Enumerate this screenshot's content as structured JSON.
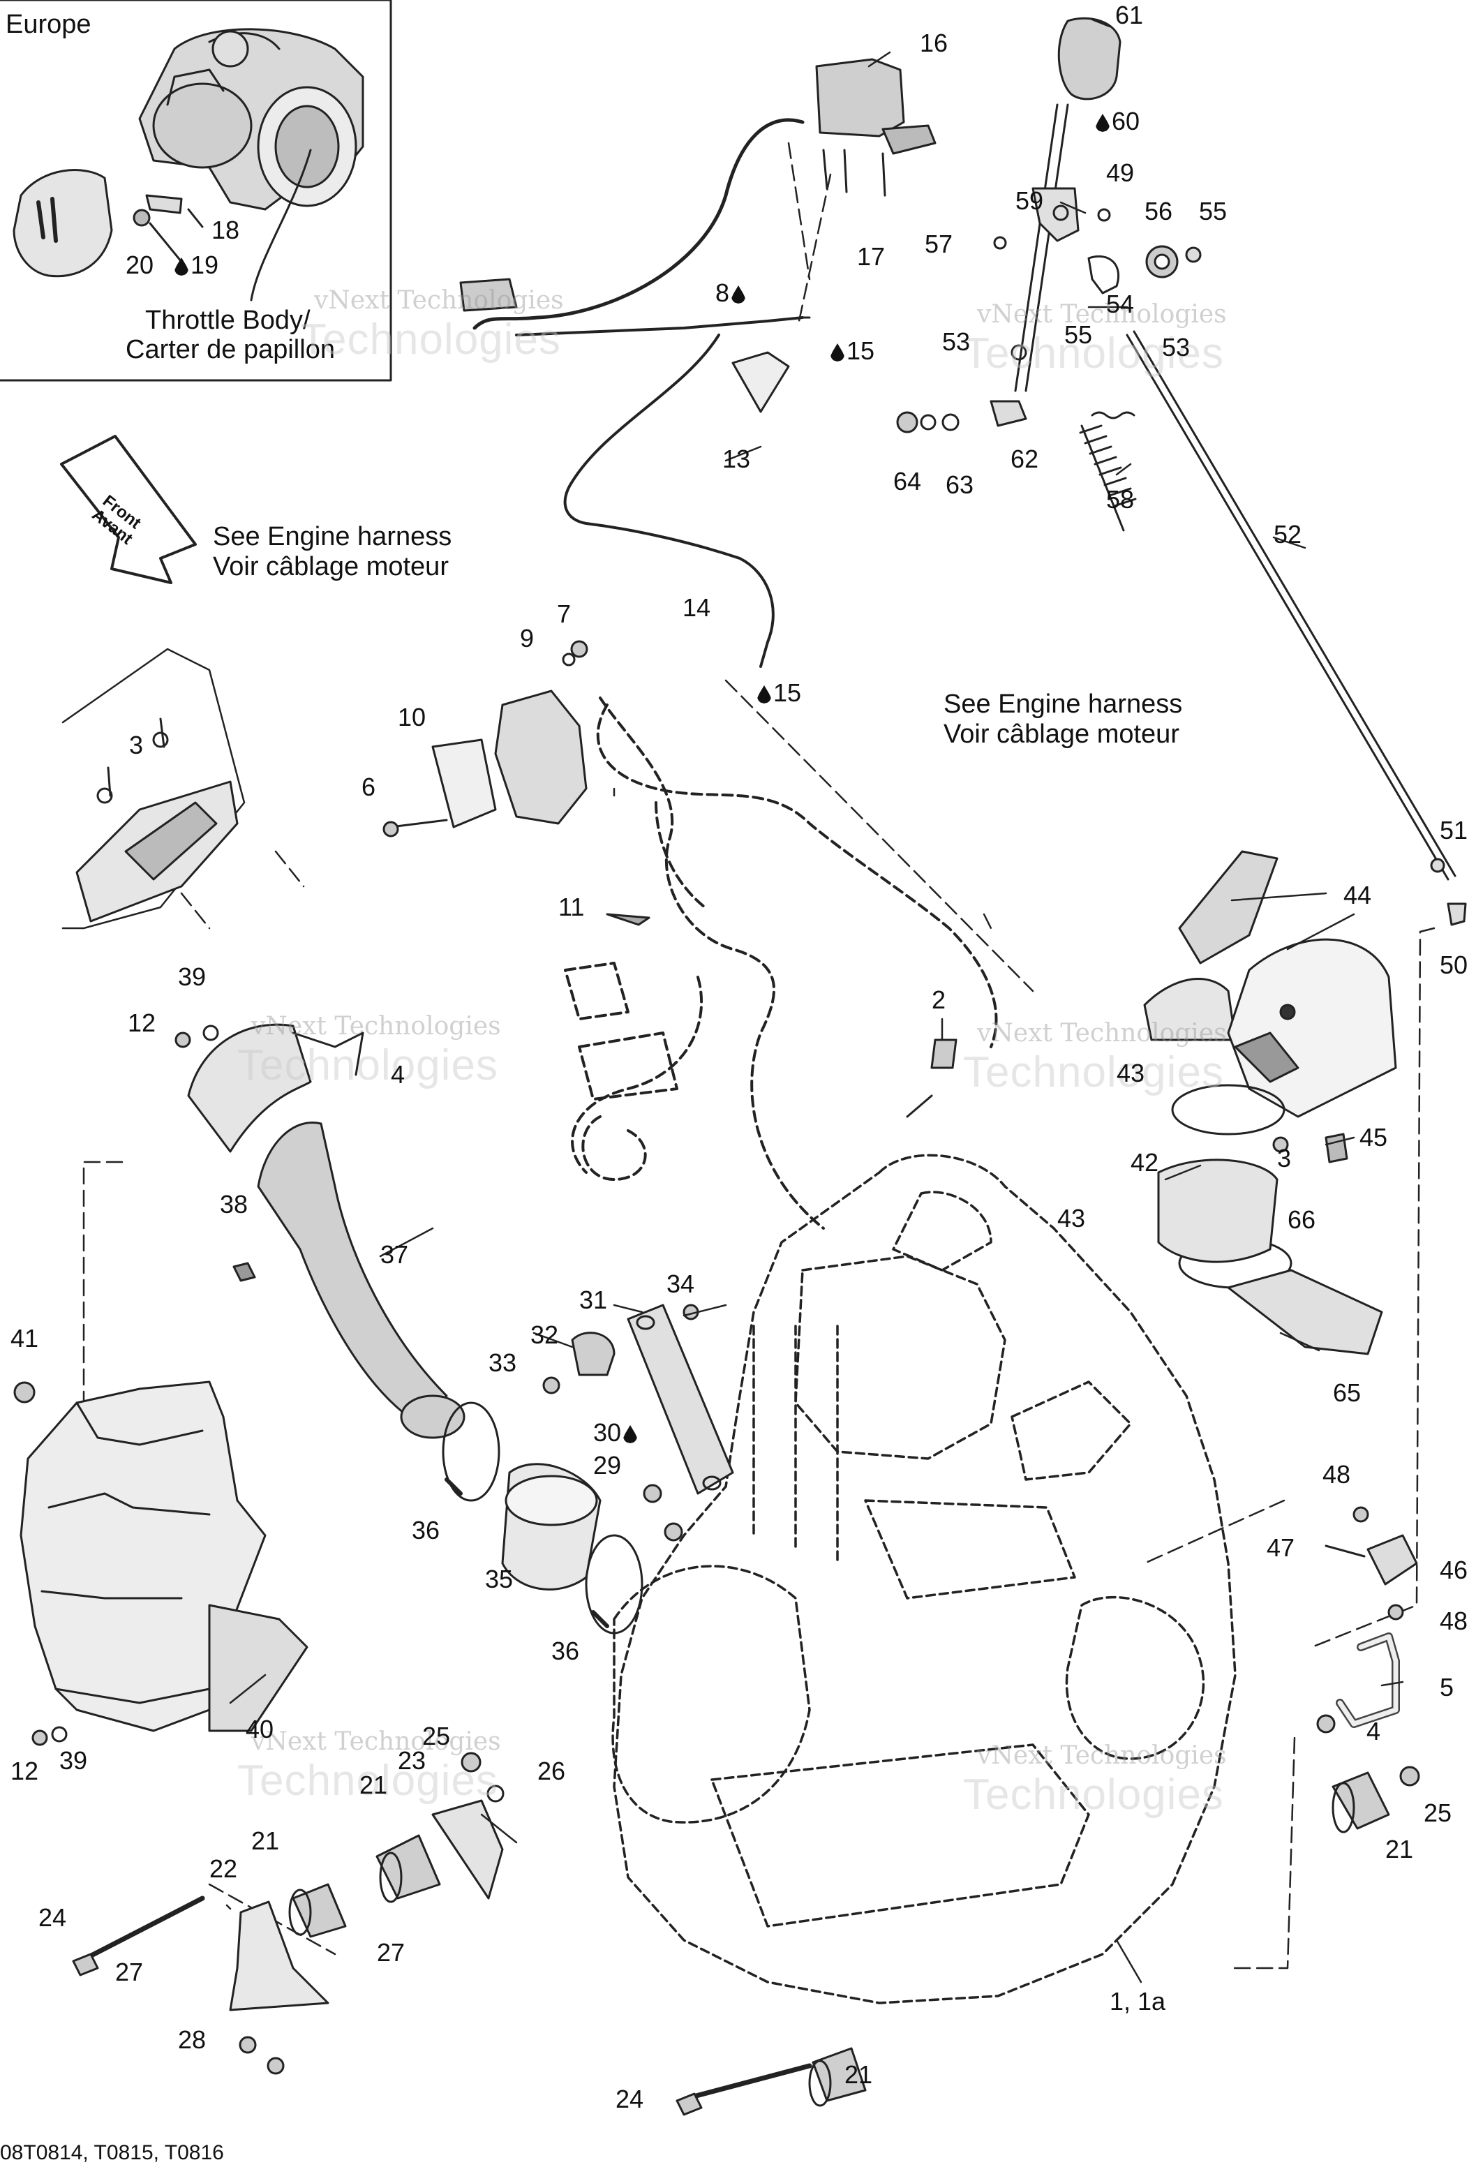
{
  "inset": {
    "region": "Europe",
    "note_line1": "Throttle Body/",
    "note_line2": "Carter de papillon"
  },
  "front_arrow": {
    "line1": "Front",
    "line2": "Avant"
  },
  "notes": {
    "engine_harness_a_line1": "See Engine harness",
    "engine_harness_a_line2": "Voir câblage moteur",
    "engine_harness_b_line1": "See Engine harness",
    "engine_harness_b_line2": "Voir câblage moteur"
  },
  "watermark": {
    "line1": "vNext Technologies",
    "line2": "Technologies"
  },
  "footer": "08T0814, T0815, T0816",
  "callouts": [
    {
      "id": "c1",
      "text": "16"
    },
    {
      "id": "c2",
      "text": "61"
    },
    {
      "id": "c3",
      "text": "60"
    },
    {
      "id": "c4",
      "text": "18"
    },
    {
      "id": "c5",
      "text": "20"
    },
    {
      "id": "c6",
      "text": "19"
    },
    {
      "id": "c7",
      "text": "49"
    },
    {
      "id": "c8",
      "text": "59"
    },
    {
      "id": "c9",
      "text": "56"
    },
    {
      "id": "c10",
      "text": "55"
    },
    {
      "id": "c11",
      "text": "57"
    },
    {
      "id": "c12",
      "text": "17"
    },
    {
      "id": "c13",
      "text": "8"
    },
    {
      "id": "c14",
      "text": "15"
    },
    {
      "id": "c15",
      "text": "54"
    },
    {
      "id": "c16",
      "text": "53"
    },
    {
      "id": "c17",
      "text": "55"
    },
    {
      "id": "c18",
      "text": "53"
    },
    {
      "id": "c19",
      "text": "13"
    },
    {
      "id": "c20",
      "text": "64"
    },
    {
      "id": "c21",
      "text": "63"
    },
    {
      "id": "c22",
      "text": "62"
    },
    {
      "id": "c23",
      "text": "58"
    },
    {
      "id": "c24",
      "text": "52"
    },
    {
      "id": "c25",
      "text": "7"
    },
    {
      "id": "c26",
      "text": "9"
    },
    {
      "id": "c27",
      "text": "14"
    },
    {
      "id": "c28",
      "text": "15"
    },
    {
      "id": "c29",
      "text": "3"
    },
    {
      "id": "c30",
      "text": "10"
    },
    {
      "id": "c31",
      "text": "6"
    },
    {
      "id": "c32",
      "text": "11"
    },
    {
      "id": "c33",
      "text": "51"
    },
    {
      "id": "c34",
      "text": "44"
    },
    {
      "id": "c35",
      "text": "50"
    },
    {
      "id": "c36",
      "text": "39"
    },
    {
      "id": "c37",
      "text": "12"
    },
    {
      "id": "c38",
      "text": "4"
    },
    {
      "id": "c39",
      "text": "2"
    },
    {
      "id": "c40",
      "text": "43"
    },
    {
      "id": "c41",
      "text": "3"
    },
    {
      "id": "c42",
      "text": "45"
    },
    {
      "id": "c43",
      "text": "42"
    },
    {
      "id": "c44",
      "text": "38"
    },
    {
      "id": "c45",
      "text": "37"
    },
    {
      "id": "c46",
      "text": "43"
    },
    {
      "id": "c47",
      "text": "66"
    },
    {
      "id": "c48",
      "text": "34"
    },
    {
      "id": "c49",
      "text": "31"
    },
    {
      "id": "c50",
      "text": "32"
    },
    {
      "id": "c51",
      "text": "33"
    },
    {
      "id": "c52",
      "text": "41"
    },
    {
      "id": "c53",
      "text": "65"
    },
    {
      "id": "c54",
      "text": "30"
    },
    {
      "id": "c55",
      "text": "29"
    },
    {
      "id": "c56",
      "text": "48"
    },
    {
      "id": "c57",
      "text": "47"
    },
    {
      "id": "c58",
      "text": "46"
    },
    {
      "id": "c59",
      "text": "36"
    },
    {
      "id": "c60",
      "text": "35"
    },
    {
      "id": "c61",
      "text": "48"
    },
    {
      "id": "c62",
      "text": "36"
    },
    {
      "id": "c63",
      "text": "5"
    },
    {
      "id": "c64",
      "text": "40"
    },
    {
      "id": "c65",
      "text": "4"
    },
    {
      "id": "c66",
      "text": "25"
    },
    {
      "id": "c67",
      "text": "12"
    },
    {
      "id": "c68",
      "text": "39"
    },
    {
      "id": "c69",
      "text": "23"
    },
    {
      "id": "c70",
      "text": "26"
    },
    {
      "id": "c71",
      "text": "21"
    },
    {
      "id": "c72",
      "text": "25"
    },
    {
      "id": "c73",
      "text": "21"
    },
    {
      "id": "c74",
      "text": "21"
    },
    {
      "id": "c75",
      "text": "22"
    },
    {
      "id": "c76",
      "text": "24"
    },
    {
      "id": "c77",
      "text": "27"
    },
    {
      "id": "c78",
      "text": "27"
    },
    {
      "id": "c79",
      "text": "1, 1a"
    },
    {
      "id": "c80",
      "text": "28"
    },
    {
      "id": "c81",
      "text": "24"
    },
    {
      "id": "c82",
      "text": "21"
    }
  ]
}
